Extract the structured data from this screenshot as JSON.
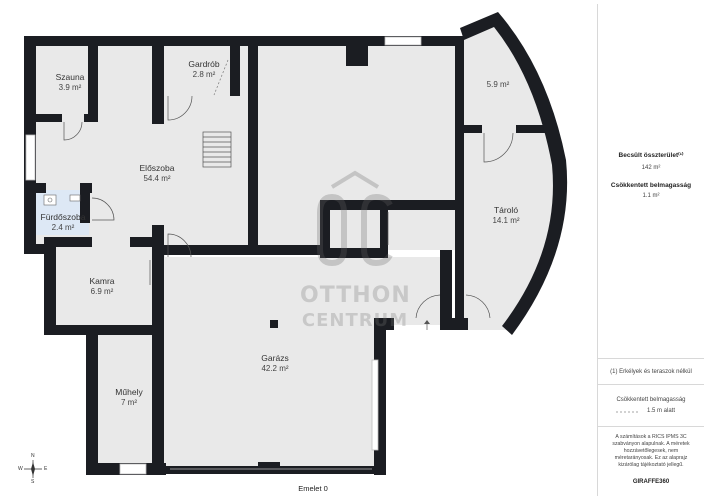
{
  "rooms": [
    {
      "name": "Szauna",
      "area": "3.9 m²"
    },
    {
      "name": "Gardrób",
      "area": "2.8 m²"
    },
    {
      "name": "",
      "area": "5.9 m²"
    },
    {
      "name": "Előszoba",
      "area": "54.4 m²"
    },
    {
      "name": "Tároló",
      "area": "14.1 m²"
    },
    {
      "name": "Fürdőszoba",
      "area": "2.4 m²"
    },
    {
      "name": "Kamra",
      "area": "6.9 m²"
    },
    {
      "name": "Garázs",
      "area": "42.2 m²"
    },
    {
      "name": "Műhely",
      "area": "7 m²"
    }
  ],
  "floor_label": "Emelet 0",
  "watermark": {
    "line1": "OTTHON",
    "line2": "CENTRUM"
  },
  "compass": {
    "n": "N",
    "s": "S",
    "e": "E",
    "w": "W"
  },
  "panel": {
    "total_label": "Becsült összterület⁽¹⁾",
    "total_value": "142 m²",
    "reduced_label": "Csökkentett belmagasság",
    "reduced_value": "1.1 m²",
    "note": "(1) Erkélyek és teraszok nélkül",
    "legend_title": "Csökkentett belmagasság",
    "legend_value": "1.5 m alatt",
    "disclaimer": "A számítások a RICS IPMS 3C szabványon alapulnak. A méretek hozzávetőlegesek, nem méretarányosak. Ez az alaprajz kizárólag tájékoztató jellegű.",
    "brand": "GIRAFFE360"
  },
  "colors": {
    "wall": "#1b1d22",
    "floor": "#e9e9e9",
    "bath": "#dde8f5"
  }
}
